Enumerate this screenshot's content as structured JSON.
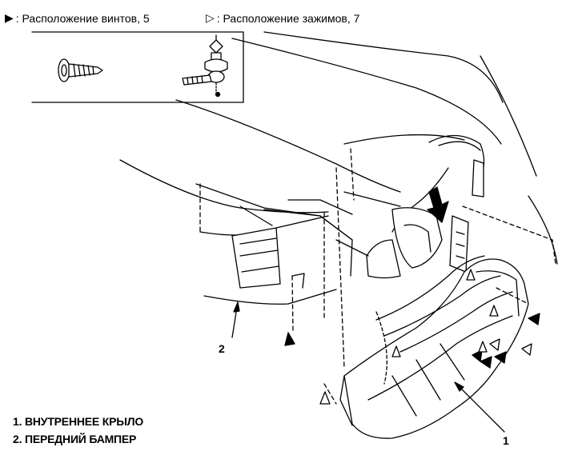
{
  "legend": {
    "screws": {
      "symbol": "▶",
      "label": ": Расположение винтов, 5"
    },
    "clips": {
      "symbol": "▷",
      "label": ": Расположение зажимов, 7"
    }
  },
  "key": [
    {
      "number": "1.",
      "text": "ВНУТРЕННЕЕ КРЫЛО"
    },
    {
      "number": "2.",
      "text": "ПЕРЕДНИЙ БАМПЕР"
    }
  ],
  "callouts": {
    "inner_fender": "1",
    "front_bumper": "2"
  }
}
